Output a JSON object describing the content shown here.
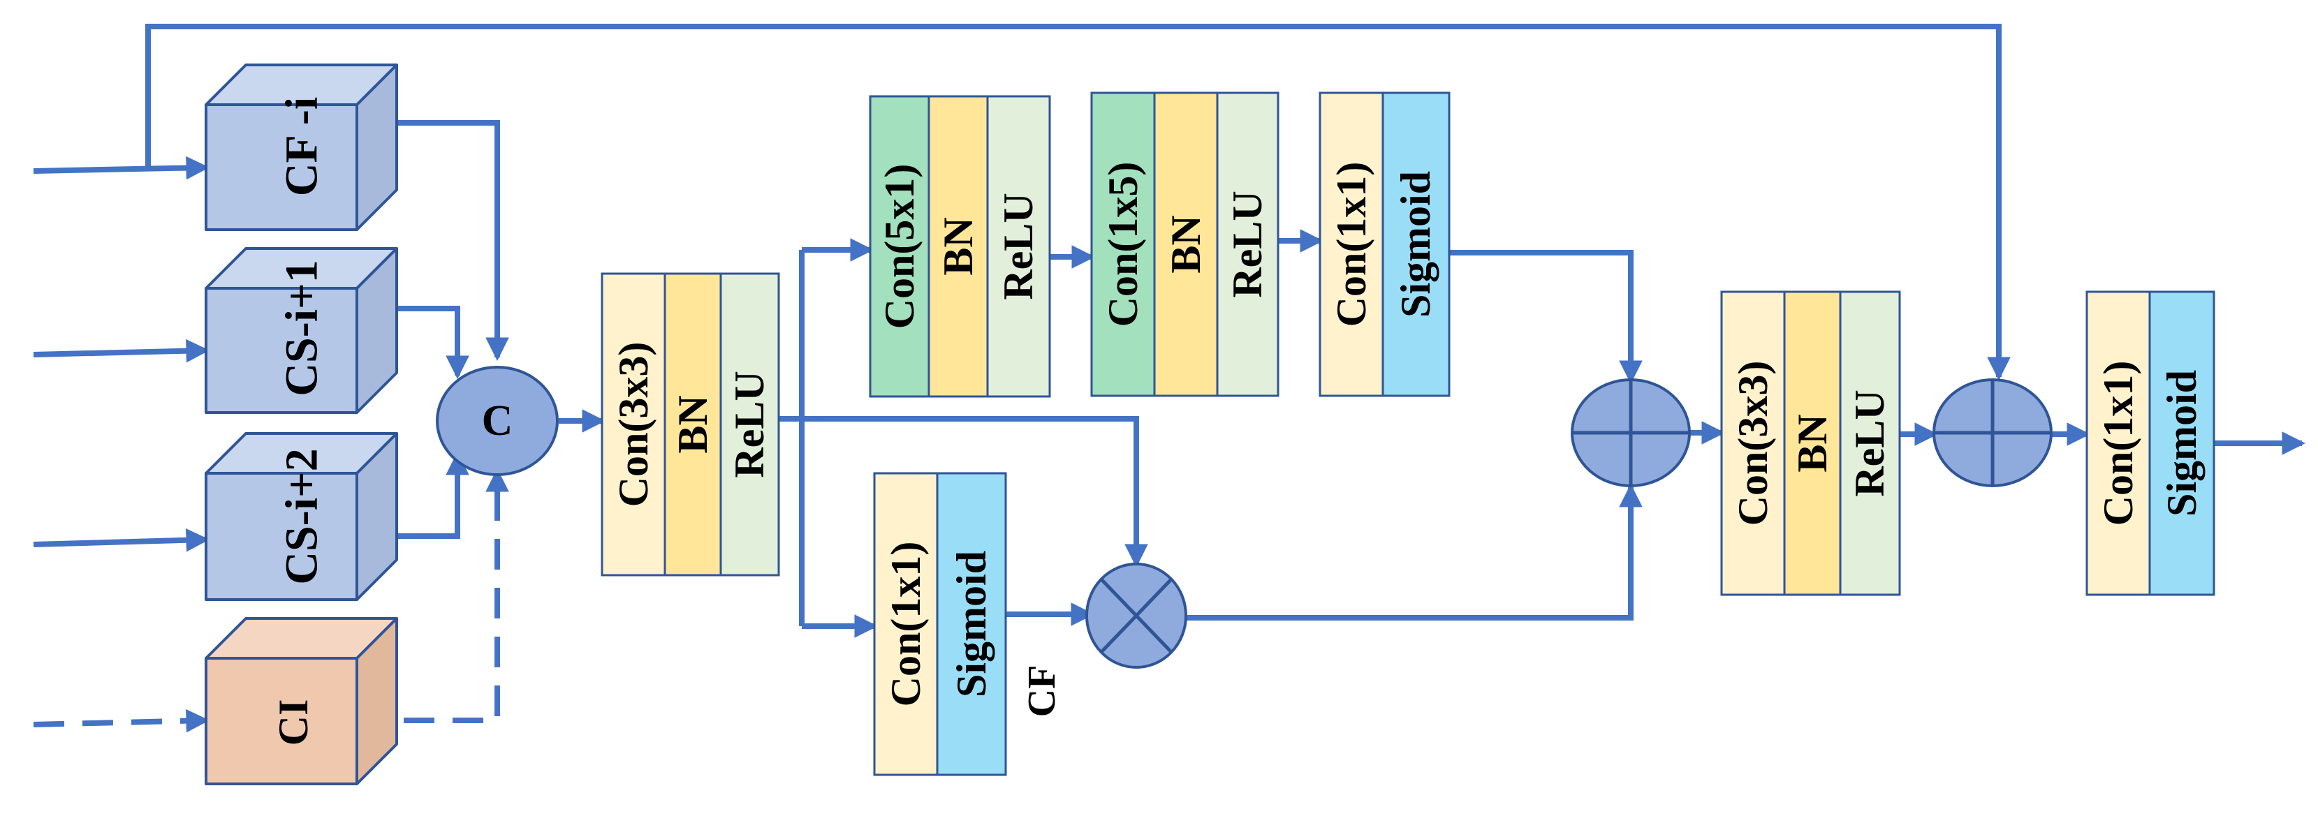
{
  "inputs": {
    "cf_i": "CF -i",
    "cs_i1": "CS-i+1",
    "cs_i2": "CS-i+2",
    "ci": "CI"
  },
  "concat_label": "C",
  "blocks": {
    "conv3x3_a": [
      "Con(3x3)",
      "BN",
      "ReLU"
    ],
    "conv5x1": [
      "Con(5x1)",
      "BN",
      "ReLU"
    ],
    "conv1x5": [
      "Con(1x5)",
      "BN",
      "ReLU"
    ],
    "conv1x1_top": [
      "Con(1x1)",
      "Sigmoid"
    ],
    "conv1x1_bottom": [
      "Con(1x1)",
      "Sigmoid"
    ],
    "conv3x3_b": [
      "Con(3x3)",
      "BN",
      "ReLU"
    ],
    "conv1x1_out": [
      "Con(1x1)",
      "Sigmoid"
    ]
  },
  "cf_label": "CF",
  "colors": {
    "arrow": "#4472C4",
    "cube_blue_front": "#B4C7E7",
    "cube_blue_side": "#A8BADB",
    "cube_blue_top": "#C9D7EF",
    "cube_orange_front": "#F0C8AE",
    "cube_orange_side": "#E2B89C",
    "cube_orange_top": "#F5D6C2",
    "conv_cream": "#FFF2CC",
    "bn_yellow": "#FFE699",
    "relu_green": "#E2EFDA",
    "conv_mint": "#A2E0BE",
    "sigmoid_blue": "#99DDF7",
    "operator_fill": "#8FAADC",
    "block_border": "#2F5597"
  }
}
